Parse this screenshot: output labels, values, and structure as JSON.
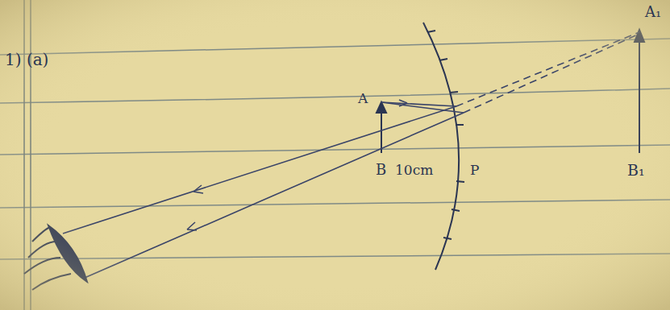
{
  "diagram": {
    "labels": [
      "1) (a)",
      "A",
      "B",
      "10cm",
      "P",
      "A₁",
      "B₁"
    ]
  }
}
